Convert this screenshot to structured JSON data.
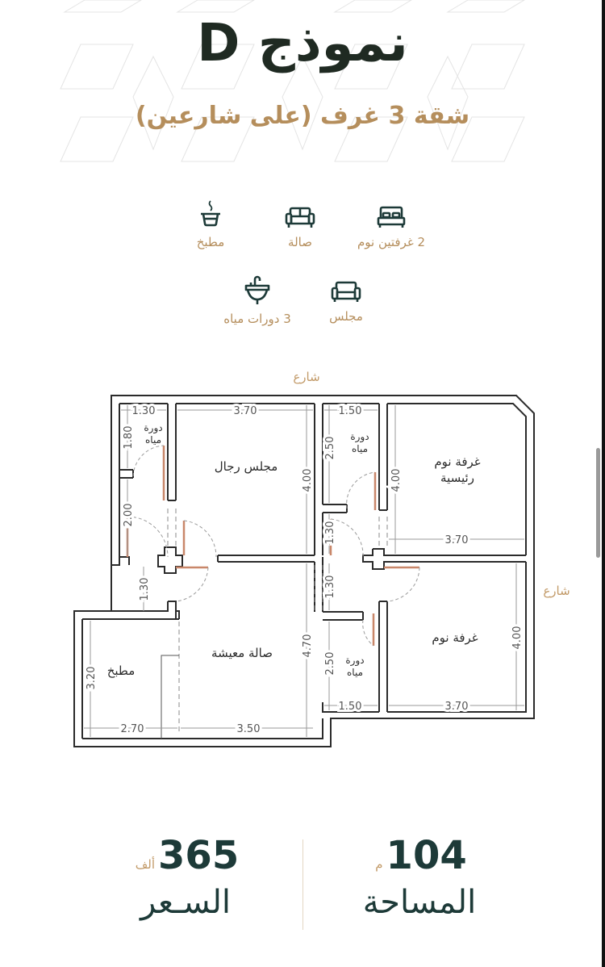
{
  "header": {
    "title": "نموذج D",
    "subtitle": "شقة 3 غرف (على شارعين)"
  },
  "features": [
    {
      "icon": "bed-icon",
      "label": "2 غرفتين نوم"
    },
    {
      "icon": "sofa-icon",
      "label": "صالة"
    },
    {
      "icon": "cooking-pot-icon",
      "label": "مطبخ"
    },
    {
      "icon": "armchair-icon",
      "label": "مجلس"
    },
    {
      "icon": "sink-icon",
      "label": "3 دورات مياه"
    }
  ],
  "floor_plan": {
    "street_top": "شارع",
    "street_right": "شارع",
    "rooms": {
      "mens_majlis": "مجلس رجال",
      "master_bedroom_line1": "غرفة نوم",
      "master_bedroom_line2": "رئيسية",
      "bedroom": "غرفة نوم",
      "living": "صالة معيشة",
      "kitchen": "مطبخ",
      "bath_line1": "دورة",
      "bath_line2": "مياه"
    },
    "dimensions": {
      "bath1_w": "1.30",
      "bath1_h": "1.80",
      "corridor_h": "2.00",
      "corridor_w": "1.30",
      "majlis_w": "3.70",
      "majlis_h": "4.00",
      "bath2_w": "1.50",
      "bath2_h": "2.50",
      "hall_h1": "1.30",
      "hall_h2": "1.30",
      "master_h": "4.00",
      "master_w": "3.70",
      "bedroom_h": "4.00",
      "bedroom_w": "3.70",
      "bath3_h": "2.50",
      "bath3_w": "1.50",
      "living_h": "4.70",
      "living_w": "3.50",
      "kitchen_h": "3.20",
      "kitchen_w": "2.70"
    }
  },
  "stats": {
    "area_value": "104",
    "area_unit": "م",
    "area_label": "المساحة",
    "price_value": "365",
    "price_unit": "ألف",
    "price_label": "السـعر"
  },
  "colors": {
    "title": "#1f2a22",
    "gold": "#b58e5c",
    "teal": "#1d3a38",
    "wall": "#2b2b2b",
    "door": "#c9876a"
  }
}
